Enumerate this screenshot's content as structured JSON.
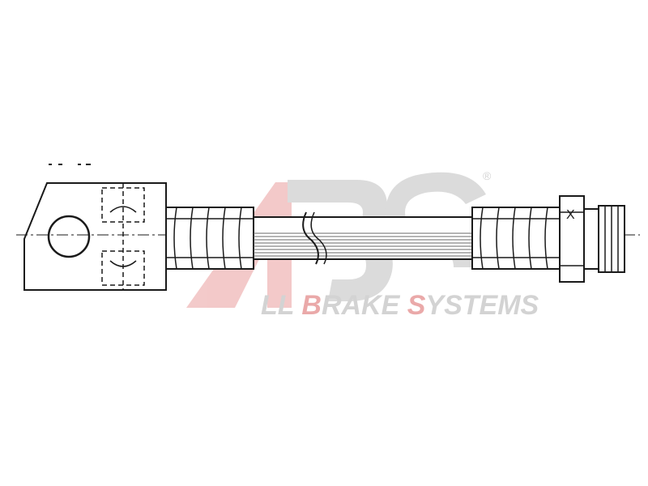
{
  "watermark": {
    "brand_text_prefix": "LL ",
    "brand_text_b": "B",
    "brand_text_mid": "RAKE ",
    "brand_text_s": "S",
    "brand_text_end": "YSTEMS",
    "registered_mark": "®",
    "color_red": "#e8a0a0",
    "color_gray": "#cfcfcf"
  },
  "drawing": {
    "dimension_mark": "X",
    "line_color": "#1a1a1a",
    "hose_color": "#6a6a6a"
  }
}
